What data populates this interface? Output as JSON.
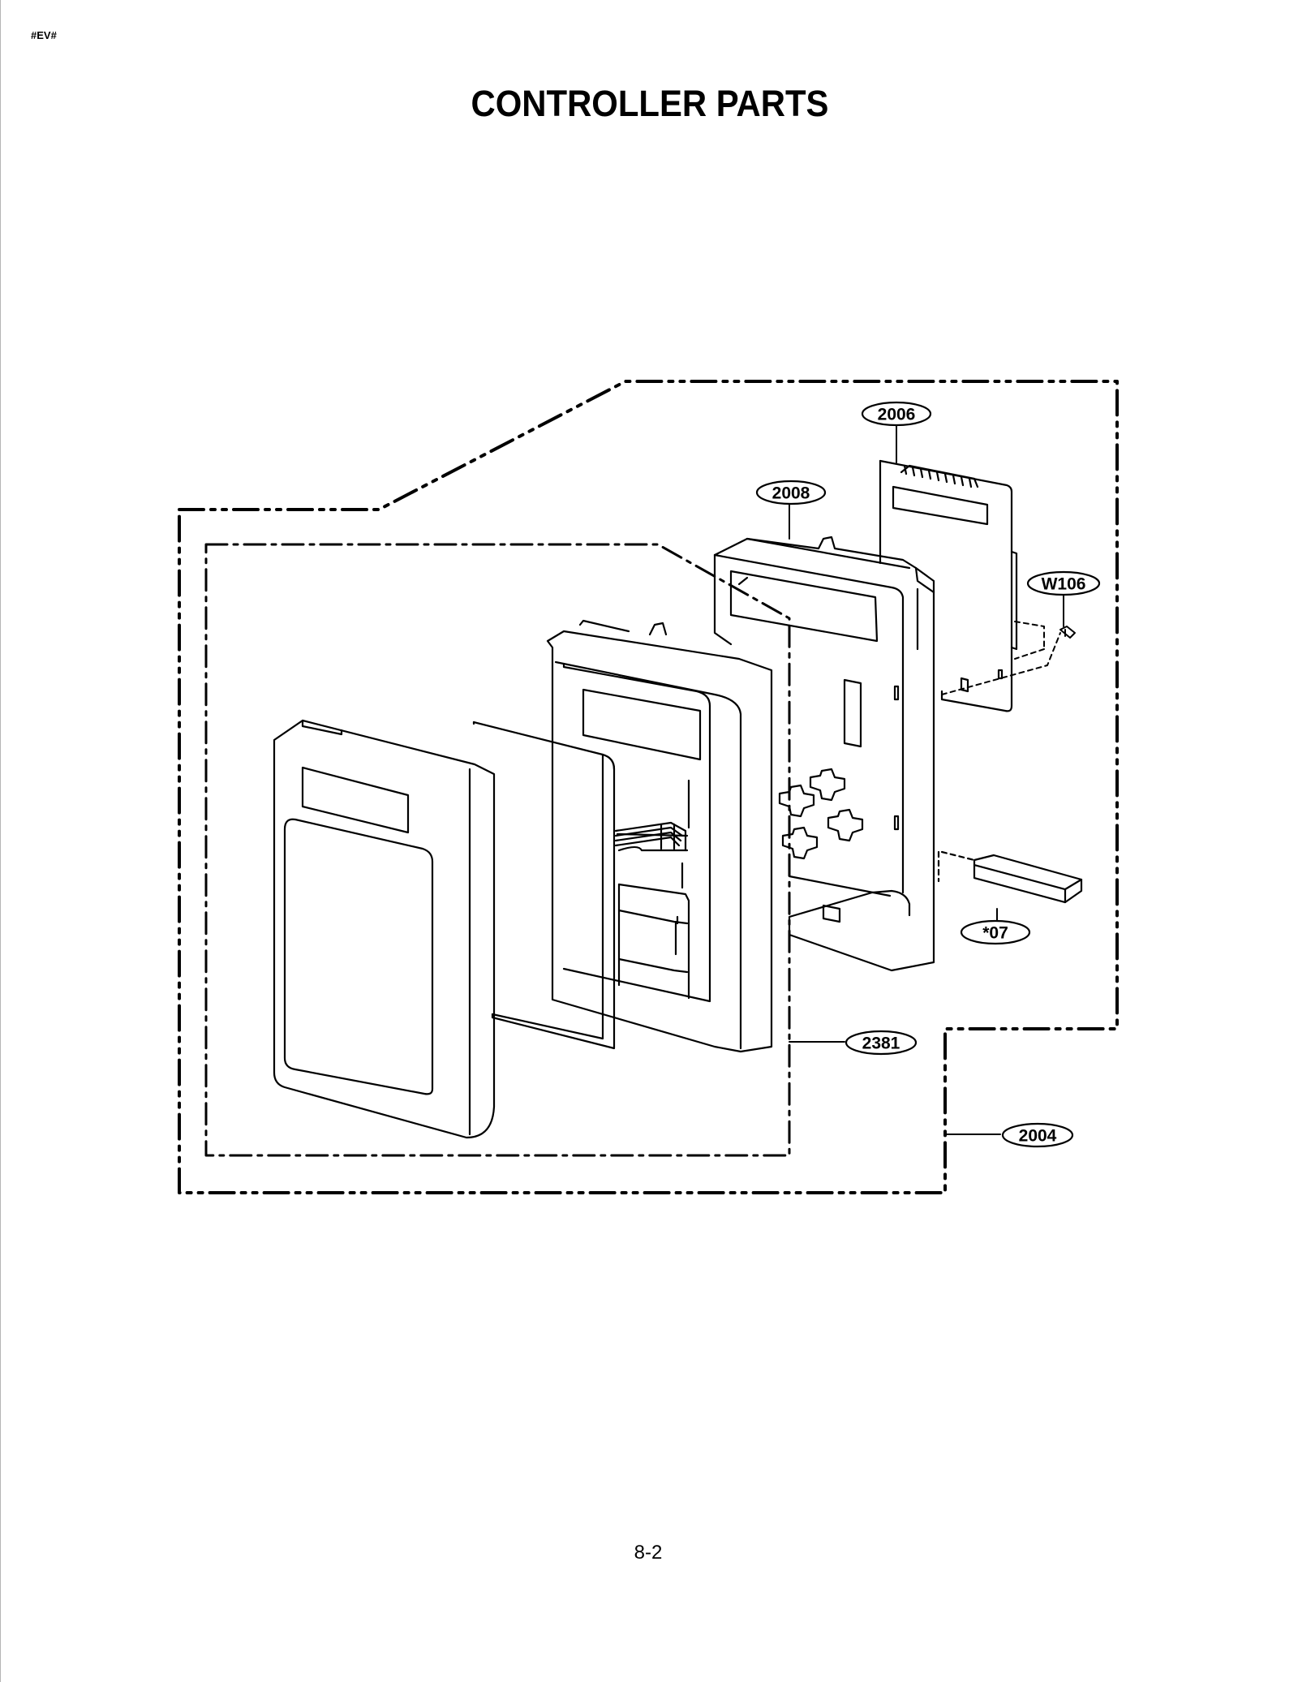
{
  "header": {
    "tag": "#EV#",
    "title": "CONTROLLER PARTS"
  },
  "diagram": {
    "callouts": [
      {
        "id": "2006",
        "label": "2006"
      },
      {
        "id": "2008",
        "label": "2008"
      },
      {
        "id": "W106",
        "label": "W106"
      },
      {
        "id": "07",
        "label": "*07"
      },
      {
        "id": "2381",
        "label": "2381"
      },
      {
        "id": "2004",
        "label": "2004"
      }
    ]
  },
  "footer": {
    "page_number": "8-2"
  }
}
